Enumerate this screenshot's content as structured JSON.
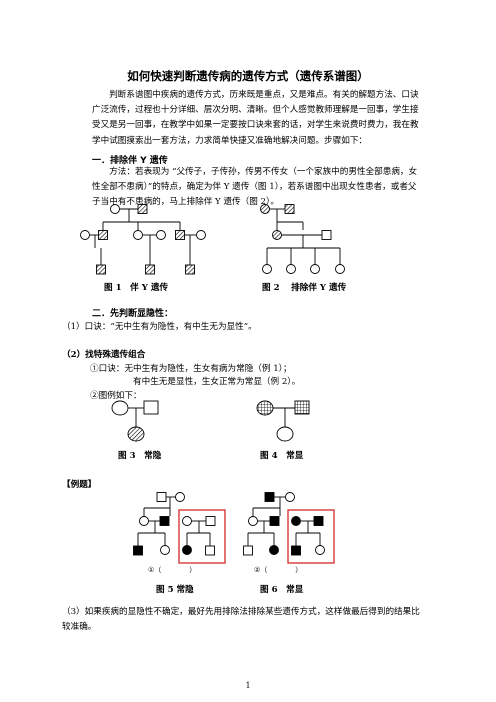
{
  "title": "如何快速判断遗传病的遗传方式（遗传系谱图）",
  "intro": "判断系谱图中疾病的遗传方式，历来既是重点，又是难点。有关的解题方法、口诀广泛流传，过程也十分详细、层次分明、清晰。但个人感觉教师理解是一回事，学生接受又是另一回事，在教学中如果一定要按口诀来套的话，对学生来说费时费力，我在教学中试图摸索出一套方法，力求简单快捷又准确地解决问题。步骤如下：",
  "section1": {
    "heading": "一．排除伴 Y 遗传",
    "text": "方法：若表现为 “父传子，子传孙，传男不传女（一个家族中的男性全部患病，女性全部不患病）”的特点，确定为伴 Y 遗传（图 1），若系谱图中出现女性患者，或者父子当中有不患病的，马上排除伴 Y 遗传（图 2）。",
    "fig1_caption": "图 1　伴 Y 遗传",
    "fig2_caption": "图 2　 排除伴 Y 遗传"
  },
  "section2": {
    "heading": "二．先判断显隐性：",
    "rule1": "（1）口诀：“无中生有为隐性，有中生无为显性”。",
    "sub2": "（2）找特殊遗传组合",
    "sub2_a": "①口诀：无中生有为隐性，生女有病为常隐（例 1）；",
    "sub2_b": "有中生无是显性，生女正常为常显（例 2）。",
    "sub2_c": "②图例如下：",
    "fig3_caption": "图 3　常隐",
    "fig4_caption": "图 4　常显"
  },
  "example": {
    "heading": "【例题】",
    "fig5_label": "①（　　　　）",
    "fig6_label": "②（　　　　）",
    "fig5_caption": "图 5 常隐",
    "fig6_caption": "图 6　常显",
    "note": "（3）如果疾病的显隐性不确定，最好先用排除法排除某些遗传方式，这样做最后得到的结果比较准确。"
  },
  "page_number": "1",
  "colors": {
    "text": "#000000",
    "highlight_box": "#d42a2a"
  }
}
